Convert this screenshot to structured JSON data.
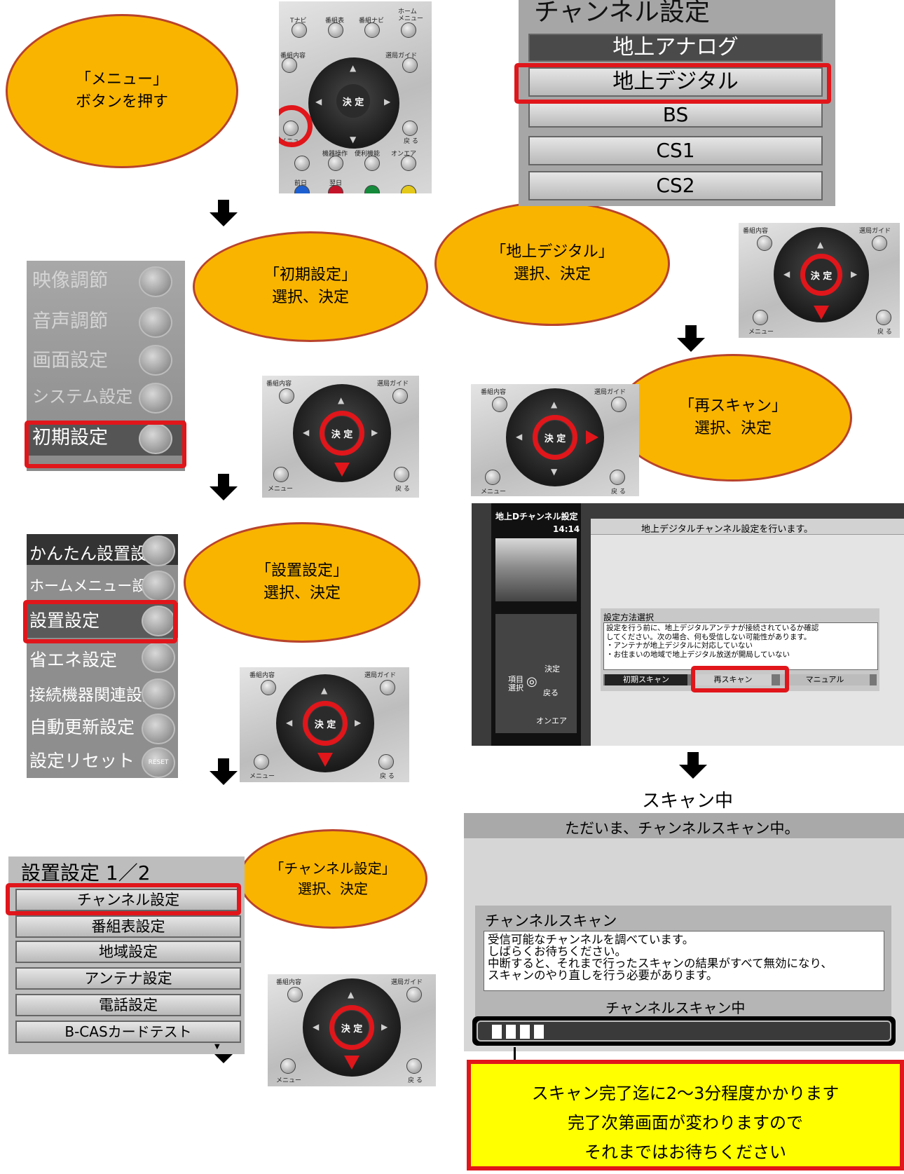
{
  "bubbles": {
    "menu": "「メニュー」\nボタンを押す",
    "shoki": "「初期設定」\n選択、決定",
    "chijo": "「地上デジタル」\n選択、決定",
    "rescan": "「再スキャン」\n選択、決定",
    "setchi": "「設置設定」\n選択、決定",
    "channel": "「チャンネル設定」\n選択、決定"
  },
  "remote": {
    "t_navi": "Tナビ",
    "bangumihyo": "番組表",
    "bangumi_navi": "番組ナビ",
    "home_menu": "ホーム\nメニュー",
    "bangumi_naiyo": "番組内容",
    "senkyoku_guide": "選局ガイド",
    "ketei": "決 定",
    "menu": "メニュー",
    "modoru": "戻 る",
    "kiki_sosa": "機器操作",
    "benri_kino": "便利機能",
    "on_air": "オンエア",
    "zenjitsu": "前日",
    "yokujitsu": "翌日"
  },
  "channel_setting": {
    "title": "チャンネル設定",
    "items": [
      "地上アナログ",
      "地上デジタル",
      "BS",
      "CS1",
      "CS2"
    ],
    "selected": "地上デジタル"
  },
  "main_menu": {
    "items": [
      "映像調節",
      "音声調節",
      "画面設定",
      "システム設定",
      "初期設定"
    ],
    "selected": "初期設定"
  },
  "initial_menu": {
    "items": [
      "かんたん設置設定",
      "ホームメニュー設定",
      "設置設定",
      "省エネ設定",
      "接続機器関連設定",
      "自動更新設定",
      "設定リセット"
    ],
    "selected": "設置設定",
    "reset_icon": "RESET"
  },
  "setchi_menu": {
    "title": "設置設定 1／2",
    "items": [
      "チャンネル設定",
      "番組表設定",
      "地域設定",
      "アンテナ設定",
      "電話設定",
      "B-CASカードテスト"
    ],
    "selected": "チャンネル設定"
  },
  "digital_screen": {
    "sidebar_title": "地上Dチャンネル設定",
    "time": "14:14",
    "header": "地上デジタルチャンネル設定を行います。",
    "panel_title": "設定方法選択",
    "message": "設定を行う前に、地上デジタルアンテナが接続されているか確認\nしてください。次の場合、何も受信しない可能性があります。\n・アンテナが地上デジタルに対応していない\n・お住まいの地域で地上デジタル放送が開局していない",
    "buttons": [
      "初期スキャン",
      "再スキャン",
      "マニュアル"
    ],
    "selected": "再スキャン",
    "legend_ketei": "決定",
    "legend_komoku": "項目\n選択",
    "legend_modoru": "戻る",
    "legend_onair": "オンエア"
  },
  "scan_label": "スキャン中",
  "scan_screen": {
    "header": "ただいま、チャンネルスキャン中。",
    "panel_title": "チャンネルスキャン",
    "message": "受信可能なチャンネルを調べています。\nしばらくお待ちください。\n中断すると、それまで行ったスキャンの結果がすべて無効になり、\nスキャンのやり直しを行う必要があります。",
    "status": "チャンネルスキャン中",
    "progress_blocks": 4
  },
  "notice": {
    "line1": "スキャン完了迄に2～3分程度かかります",
    "line2": "完了次第画面が変わりますので",
    "line3": "それまではお待ちください"
  },
  "colors": {
    "bubble_fill": "#f9b400",
    "bubble_border": "#b8432c",
    "highlight_red": "#e0161b",
    "notice_fill": "#ffff00",
    "menu_gray": "#8e8e8e"
  }
}
